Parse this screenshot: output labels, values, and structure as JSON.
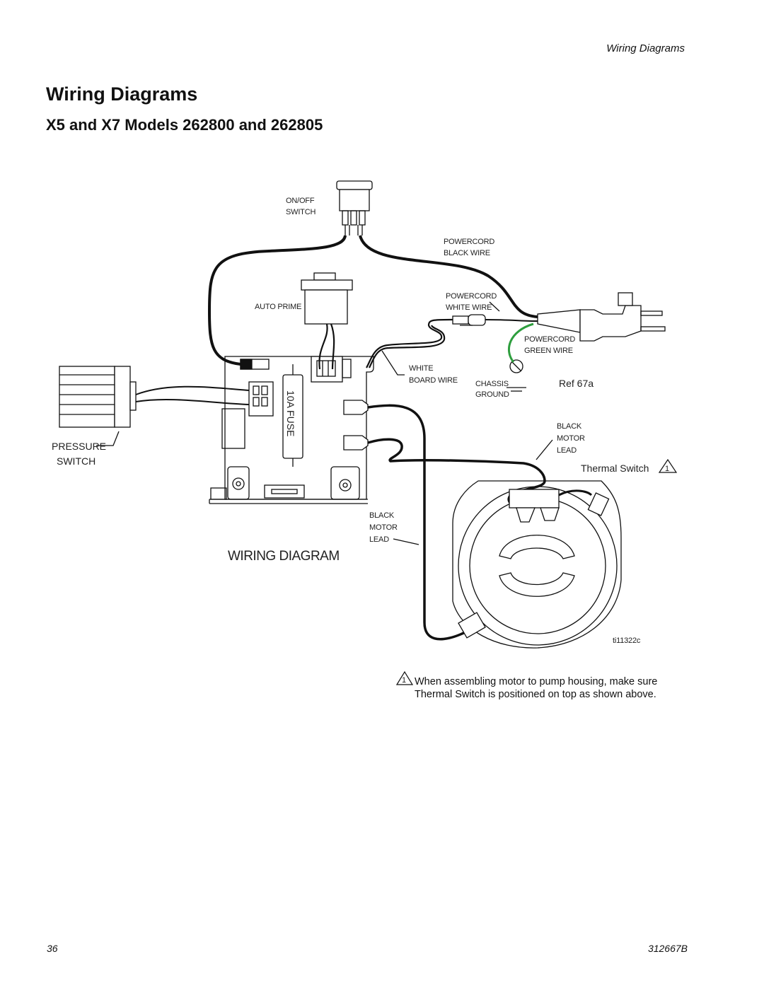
{
  "header": {
    "section_label": "Wiring Diagrams"
  },
  "title": "Wiring Diagrams",
  "subtitle": "X5 and X7 Models 262800 and 262805",
  "diagram": {
    "labels": {
      "on_off_switch_1": "ON/OFF",
      "on_off_switch_2": "SWITCH",
      "auto_prime": "AUTO PRIME",
      "powercord_black_1": "POWERCORD",
      "powercord_black_2": "BLACK WIRE",
      "powercord_white_1": "POWERCORD",
      "powercord_white_2": "WHITE WIRE",
      "powercord_green_1": "POWERCORD",
      "powercord_green_2": "GREEN WIRE",
      "white_board_1": "WHITE",
      "white_board_2": "BOARD WIRE",
      "chassis_1": "CHASSIS",
      "chassis_2": "GROUND",
      "ref": "Ref 67a",
      "fuse": "10A FUSE",
      "black_motor_top_1": "BLACK",
      "black_motor_top_2": "MOTOR",
      "black_motor_top_3": "LEAD",
      "thermal_switch": "Thermal Switch",
      "thermal_marker": "1",
      "pressure_1": "PRESSURE",
      "pressure_2": "SWITCH",
      "black_motor_bot_1": "BLACK",
      "black_motor_bot_2": "MOTOR",
      "black_motor_bot_3": "LEAD",
      "wiring_diagram": "WIRING DIAGRAM",
      "figure_id": "ti11322c"
    },
    "colors": {
      "line": "#111111",
      "green_wire": "#2e9e3e"
    }
  },
  "note": {
    "marker": "1",
    "line1": "When assembling motor to pump housing, make sure",
    "line2": "Thermal Switch is positioned on top as shown above."
  },
  "footer": {
    "page_number": "36",
    "doc_number": "312667B"
  }
}
